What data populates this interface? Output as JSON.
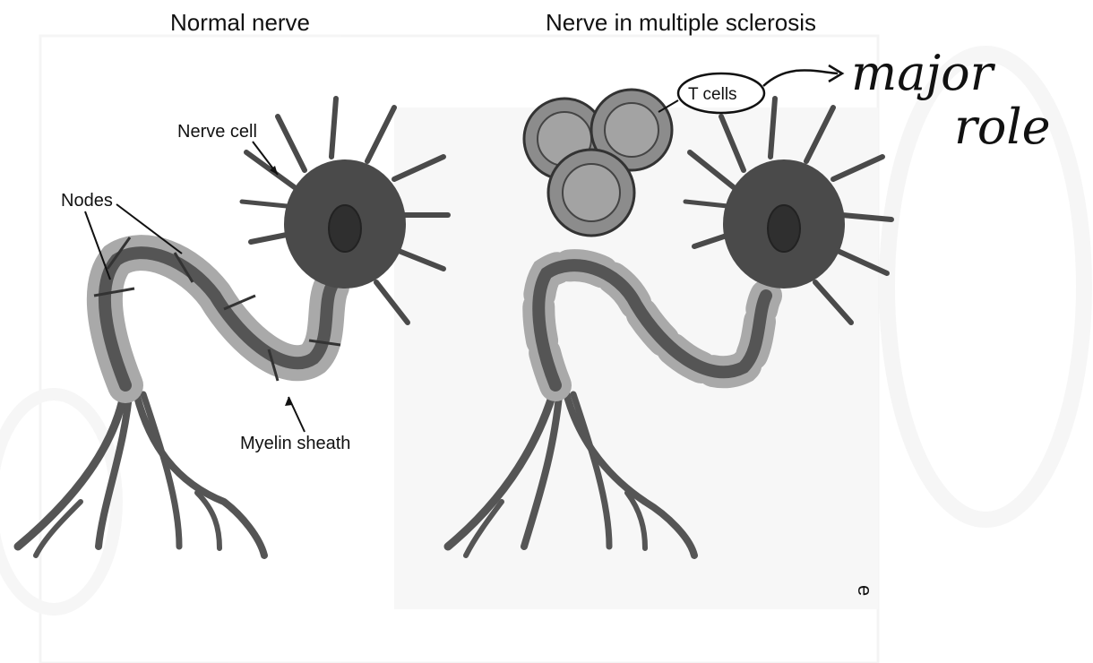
{
  "titles": {
    "normal": "Normal nerve",
    "ms": "Nerve in multiple sclerosis"
  },
  "labels": {
    "nerve_cell": "Nerve cell",
    "nodes": "Nodes",
    "myelin_sheath": "Myelin sheath",
    "t_cells": "T cells"
  },
  "annotation": {
    "line1": "major",
    "line2": "role"
  },
  "corner_mark": "e",
  "colors": {
    "neuron": "#4a4a4a",
    "nucleus": "#2f2f2f",
    "axon": "#555555",
    "myelin": "#a9a9a9",
    "tcell": "#8c8c8c",
    "ghost": "#e6e6e6",
    "ink": "#111111"
  }
}
